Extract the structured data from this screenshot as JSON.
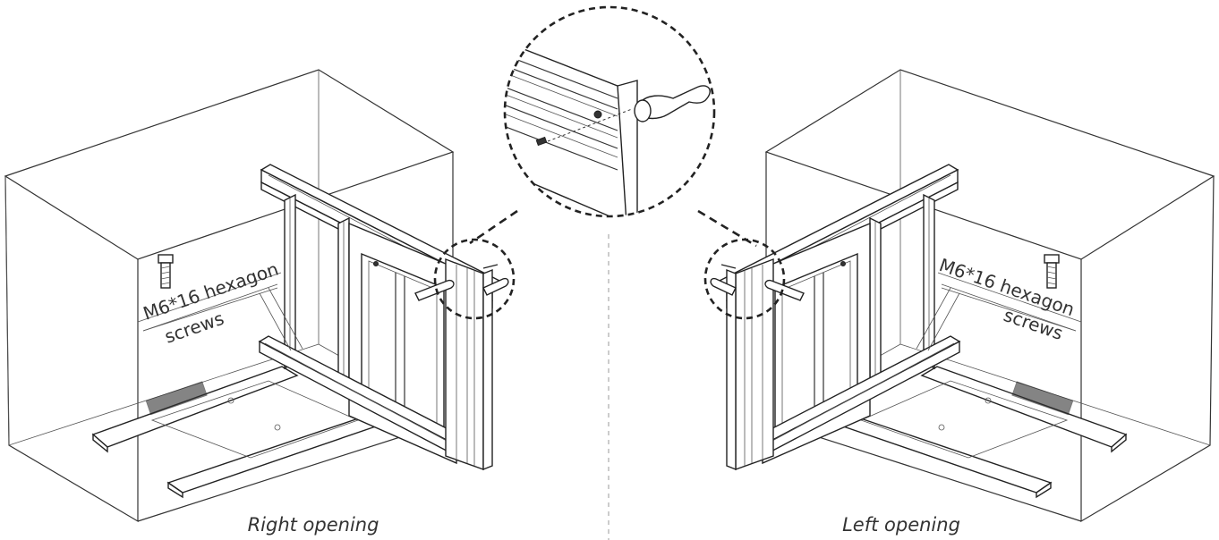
{
  "right_view": {
    "caption": "Right opening",
    "screw_label_line1": "M6*16 hexagon",
    "screw_label_line2": "screws"
  },
  "left_view": {
    "caption": "Left opening",
    "screw_label_line1": "M6*16 hexagon",
    "screw_label_line2": "screws"
  },
  "detail_view": {
    "subject": "handle-attachment-closeup"
  }
}
